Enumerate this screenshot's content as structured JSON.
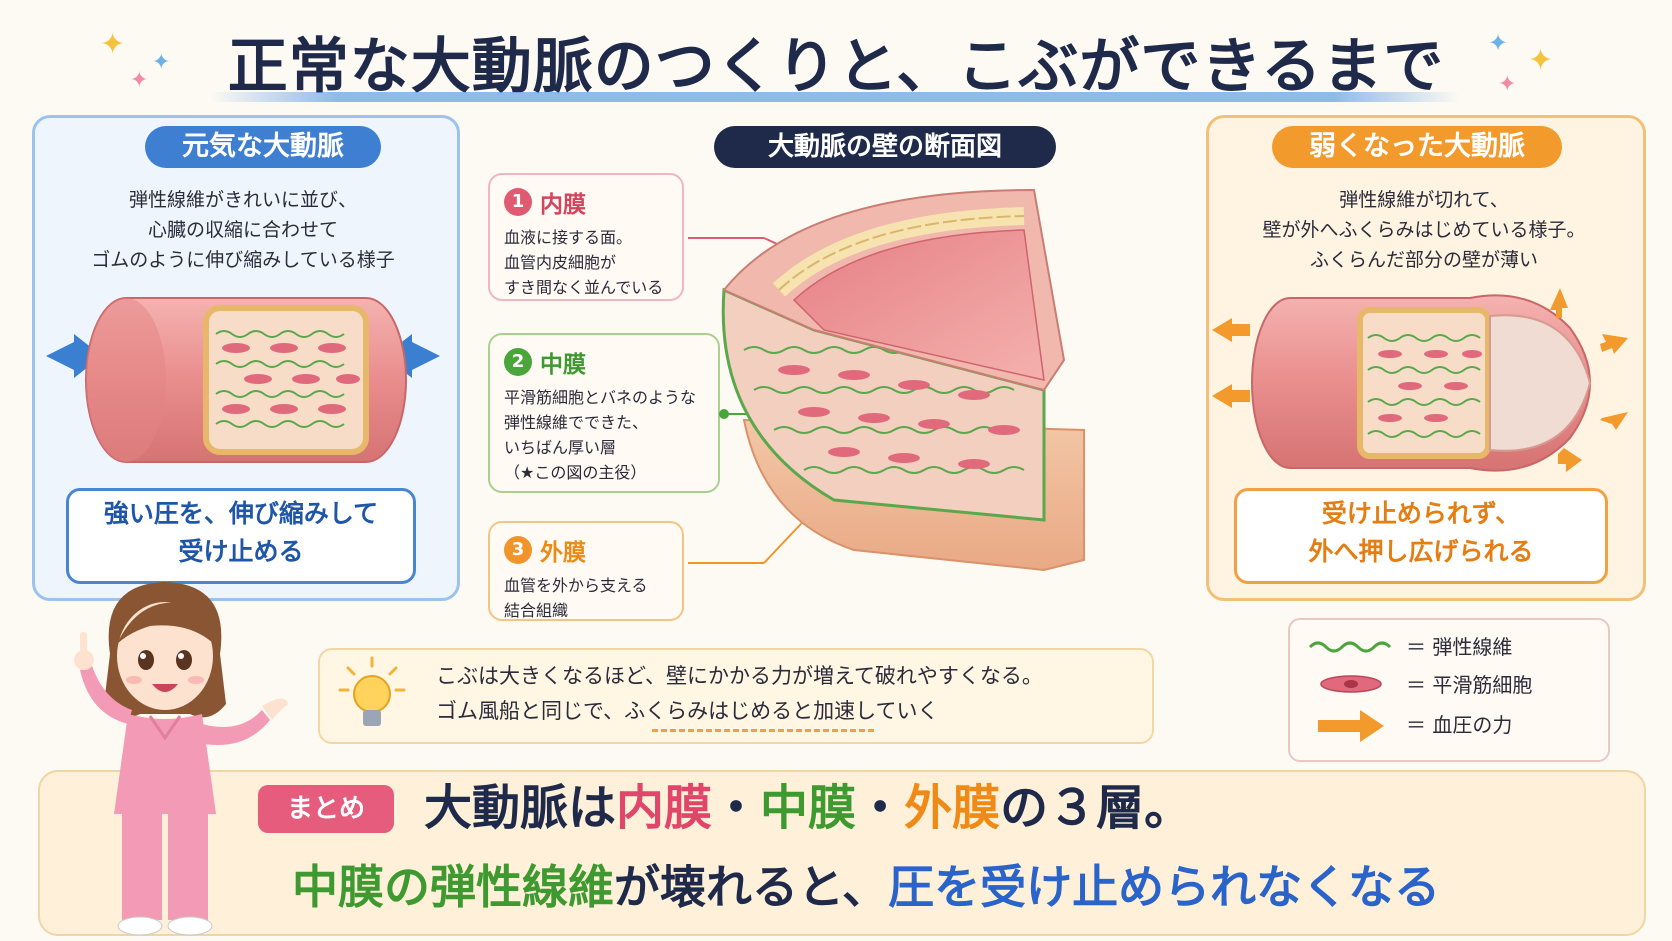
{
  "title": "正常な大動脈のつくりと、こぶができるまで",
  "left_panel": {
    "heading": "元気な大動脈",
    "desc_lines": [
      "弾性線維がきれいに並び、",
      "心臓の収縮に合わせて",
      "ゴムのように伸び縮みしている様子"
    ],
    "callout_lines": [
      "強い圧を、伸び縮みして",
      "受け止める"
    ]
  },
  "center": {
    "heading": "大動脈の壁の断面図",
    "layers": [
      {
        "number": "1",
        "name": "内膜",
        "lines": [
          "血液に接する面。",
          "血管内皮細胞が",
          "すき間なく並んでいる"
        ]
      },
      {
        "number": "2",
        "name": "中膜",
        "lines": [
          "平滑筋細胞とバネのような",
          "弾性線維でできた、",
          "いちばん厚い層",
          "（★この図の主役）"
        ]
      },
      {
        "number": "3",
        "name": "外膜",
        "lines": [
          "血管を外から支える",
          "結合組織"
        ]
      }
    ]
  },
  "right_panel": {
    "heading": "弱くなった大動脈",
    "desc_lines": [
      "弾性線維が切れて、",
      "壁が外へふくらみはじめている様子。",
      "ふくらんだ部分の壁が薄い"
    ],
    "callout_lines": [
      "受け止められず、",
      "外へ押し広げられる"
    ]
  },
  "tip": {
    "line1": "こぶは大きくなるほど、壁にかかる力が増えて破れやすくなる。",
    "line2_prefix": "ゴム風船と同じで、",
    "line2_underlined": "ふくらみはじめると",
    "line2_suffix": "加速していく"
  },
  "legend": {
    "items": [
      {
        "symbol": "elastic-fiber",
        "label": "＝ 弾性線維"
      },
      {
        "symbol": "smooth-muscle-cell",
        "label": "＝ 平滑筋細胞"
      },
      {
        "symbol": "arrow",
        "label": "＝ 血圧の力"
      }
    ]
  },
  "summary": {
    "tag": "まとめ",
    "line1": {
      "a": "大動脈は",
      "b": "内膜",
      "c": "・",
      "d": "中膜",
      "e": "・",
      "f": "外膜",
      "g": "の３層。"
    },
    "line2": {
      "a": "中膜の弾性線維",
      "b": "が壊れると、",
      "c": "圧を受け止められなくなる"
    }
  },
  "colors": {
    "navy": "#1f2a4a",
    "blue": "#3f7fd1",
    "orange": "#f39a2d",
    "intima_red": "#e05a72",
    "media_green": "#4aa53a",
    "adventitia_orange": "#f0942b",
    "summary_pink": "#e55c7c"
  }
}
